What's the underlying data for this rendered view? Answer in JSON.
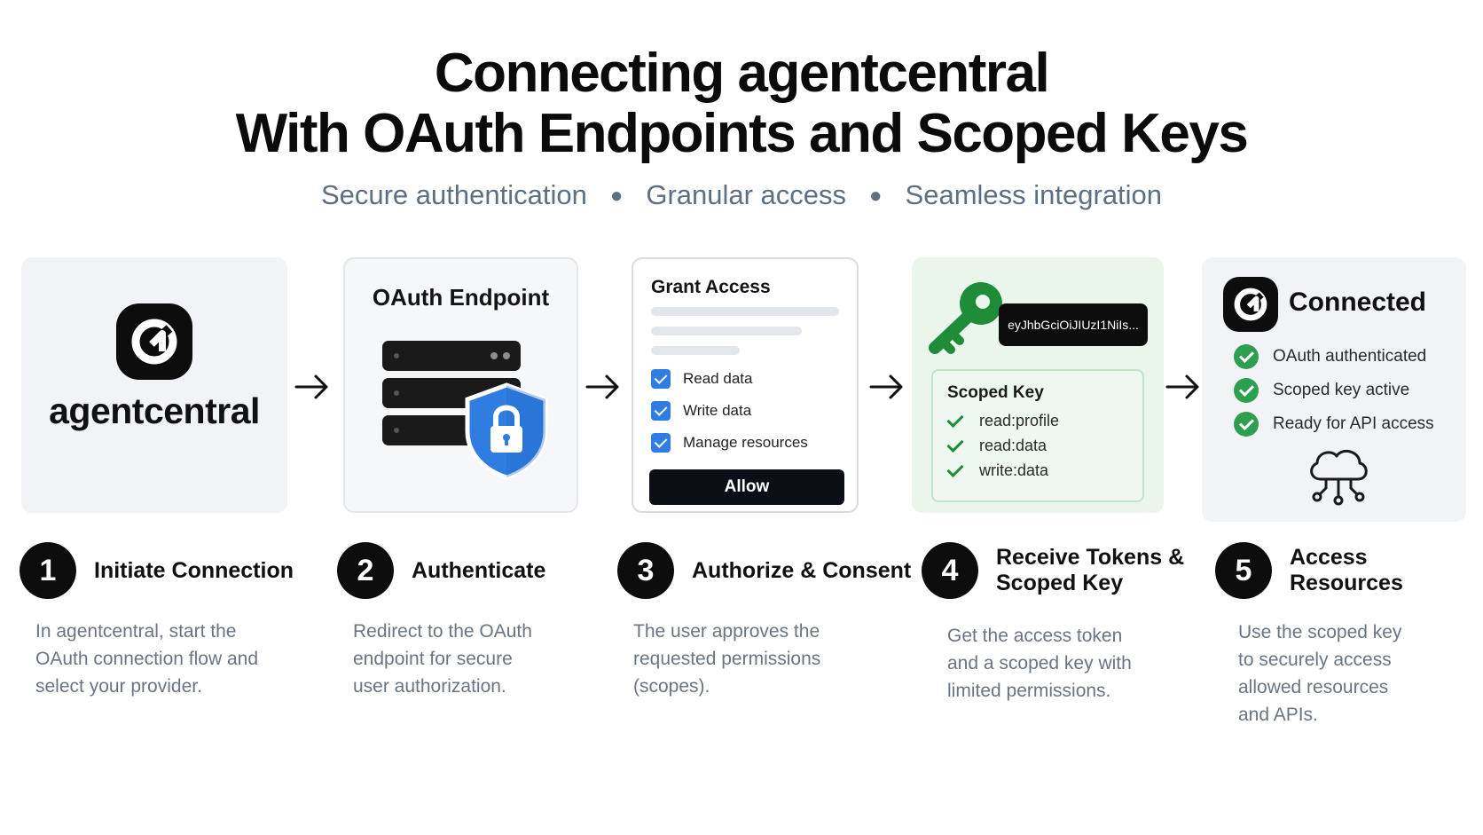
{
  "header": {
    "title_line1": "Connecting agentcentral",
    "title_line2": "With OAuth Endpoints and Scoped Keys",
    "tagline": [
      "Secure authentication",
      "Granular access",
      "Seamless integration"
    ]
  },
  "cards": {
    "brand": {
      "name": "agentcentral"
    },
    "oauth": {
      "heading": "OAuth Endpoint"
    },
    "grant": {
      "heading": "Grant Access",
      "permissions": [
        "Read data",
        "Write data",
        "Manage resources"
      ],
      "allow_label": "Allow"
    },
    "token": {
      "token_text": "eyJhbGciOiJIUzI1NiIs...",
      "scope_title": "Scoped Key",
      "scopes": [
        "read:profile",
        "read:data",
        "write:data"
      ]
    },
    "connected": {
      "heading": "Connected",
      "statuses": [
        "OAuth authenticated",
        "Scoped key active",
        "Ready for API access"
      ]
    }
  },
  "steps": [
    {
      "num": "1",
      "title": "Initiate Connection",
      "desc": [
        "In agentcentral, start the",
        "OAuth connection flow and",
        "select your provider."
      ]
    },
    {
      "num": "2",
      "title": "Authenticate",
      "desc": [
        "Redirect to the OAuth",
        "endpoint for secure",
        "user authorization."
      ]
    },
    {
      "num": "3",
      "title": "Authorize & Consent",
      "desc": [
        "The user approves the",
        "requested permissions",
        "(scopes)."
      ]
    },
    {
      "num": "4",
      "title_lines": [
        "Receive Tokens &",
        "Scoped Key"
      ],
      "desc": [
        "Get the access token",
        "and a scoped key with",
        "limited permissions."
      ]
    },
    {
      "num": "5",
      "title": "Access Resources",
      "desc": [
        "Use the scoped key",
        "to securely access",
        "allowed resources",
        "and APIs."
      ]
    }
  ],
  "colors": {
    "ink": "#0d0d0d",
    "muted_text": "#6a7482",
    "subtitle": "#5f6f82",
    "accent_blue": "#2f7de1",
    "key_green": "#1f8c3a",
    "success_green": "#2e9e50",
    "token_card_bg": "#eaf6ec"
  },
  "icons": [
    "agentcentral-logo-icon",
    "server-stack-icon",
    "shield-lock-icon",
    "key-icon",
    "cloud-network-icon",
    "arrow-right-icon",
    "check-icon"
  ]
}
